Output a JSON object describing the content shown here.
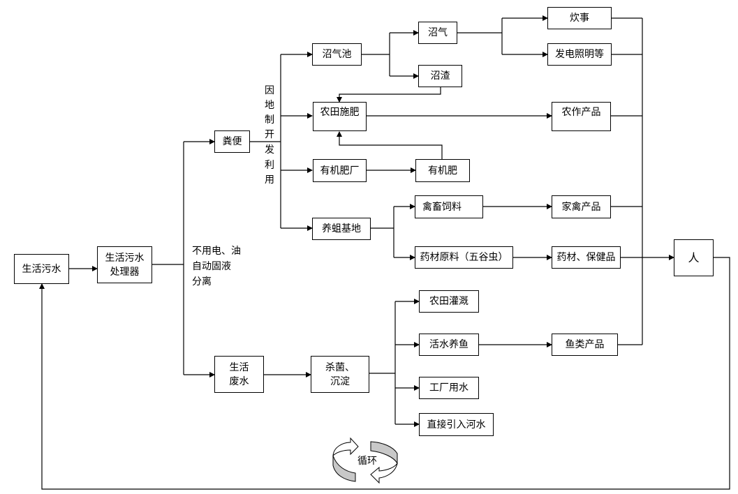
{
  "title": "生活污水循环利用流程图",
  "nodes": {
    "sewage": "生活污水",
    "processor": "生活污水\n处理器",
    "feces": "粪便",
    "wastewater": "生活\n废水",
    "biogas_pool": "沼气池",
    "biogas": "沼气",
    "biogas_residue": "沼渣",
    "cooking": "炊事",
    "power_lighting": "发电照明等",
    "farm_fertilizing": "农田施肥",
    "crop_products": "农作产品",
    "organic_plant": "有机肥厂",
    "organic_fertilizer": "有机肥",
    "maggot_base": "养蛆基地",
    "livestock_feed": "禽畜饲料",
    "poultry_products": "家禽产品",
    "medicine_material": "药材原料（五谷虫）",
    "medicine_health": "药材、保健品",
    "person": "人",
    "sterilize": "杀菌、\n沉淀",
    "irrigation": "农田灌溉",
    "fish_farming": "活水养鱼",
    "fish_products": "鱼类产品",
    "factory_water": "工厂用水",
    "river": "直接引入河水"
  },
  "labels": {
    "separation": "不用电、油\n自动固液\n分离",
    "local_use": [
      "因",
      "地",
      "制",
      "开",
      "发",
      "利",
      "用"
    ],
    "cycle": "循环"
  },
  "colors": {
    "line": "#000000",
    "cycle_arrow_fill": "#c8c8c8"
  }
}
